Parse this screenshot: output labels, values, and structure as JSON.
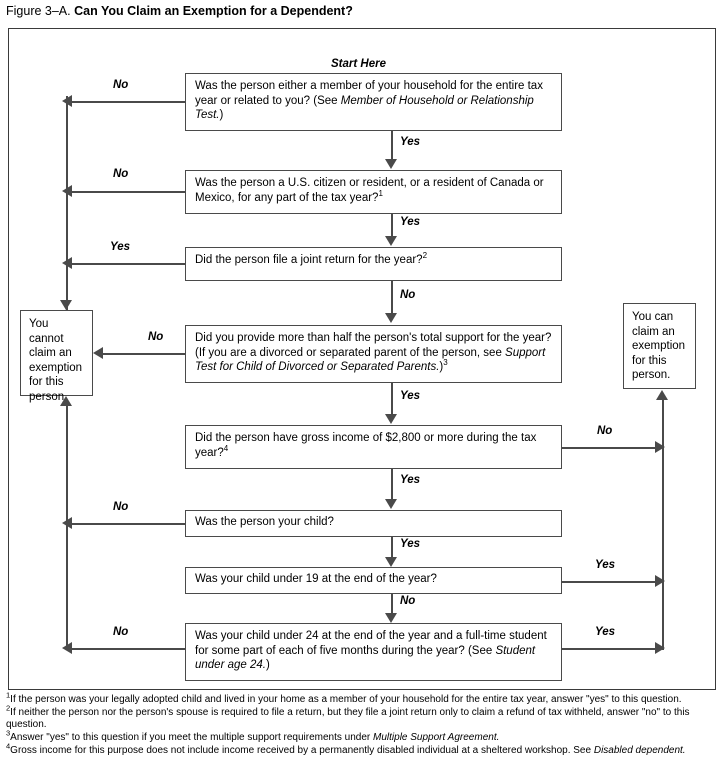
{
  "figure": {
    "number": "Figure 3–A.",
    "title": "Can You Claim an Exemption for a Dependent?"
  },
  "start_label": "Start Here",
  "questions": [
    {
      "id": "q1-member-household",
      "text_html": "Was the person either a member of your household for the entire tax year or related to you? (See <i>Member of Household or Relationship Test.</i>)",
      "text": "Was the person either a member of your household for the entire tax year or related to you? (See Member of Household or Relationship Test.)",
      "down_label": "Yes",
      "side_label": "No",
      "side_direction": "left"
    },
    {
      "id": "q2-citizen-resident",
      "text_html": "Was the person a U.S. citizen or resident, or a resident of Canada or Mexico, for any part of the tax year?<sup>1</sup>",
      "text": "Was the person a U.S. citizen or resident, or a resident of Canada or Mexico, for any part of the tax year?1",
      "down_label": "Yes",
      "side_label": "No",
      "side_direction": "left"
    },
    {
      "id": "q3-joint-return",
      "text_html": "Did the person file a joint return for the year?<sup>2</sup>",
      "text": "Did the person file a joint return for the year?2",
      "down_label": "No",
      "side_label": "Yes",
      "side_direction": "left"
    },
    {
      "id": "q4-half-support",
      "text_html": "Did you provide more than half the person's total support for the year? (If you are a divorced or separated parent of the person, see <i>Support Test for Child of Divorced or Separated Parents.</i>)<sup>3</sup>",
      "text": "Did you provide more than half the person's total support for the year? (If you are a divorced or separated parent of the person, see Support Test for Child of Divorced or Separated Parents.)3",
      "down_label": "Yes",
      "side_label": "No",
      "side_direction": "left"
    },
    {
      "id": "q5-gross-income",
      "text_html": "Did the person have gross income of $2,800 or more during the tax year?<sup>4</sup>",
      "text": "Did the person have gross income of $2,800 or more during the tax year?4",
      "down_label": "Yes",
      "side_label": "No",
      "side_direction": "right"
    },
    {
      "id": "q6-your-child",
      "text_html": "Was the person your child?",
      "text": "Was the person your child?",
      "down_label": "Yes",
      "side_label": "No",
      "side_direction": "left"
    },
    {
      "id": "q7-under-19",
      "text_html": "Was your child under 19 at the end of the year?",
      "text": "Was your child under 19 at the end of the year?",
      "down_label": "No",
      "side_label": "Yes",
      "side_direction": "right"
    },
    {
      "id": "q8-under-24-student",
      "text_html": "Was your child under 24 at the end of the year and a full-time student for some part of each of five months during the year? (See <i>Student under age 24.</i>)",
      "text": "Was your child under 24 at the end of the year and a full-time student for some part of each of five months during the year? (See Student under age 24.)",
      "down_label": "",
      "side_label_left": "No",
      "side_label_right": "Yes"
    }
  ],
  "outcomes": {
    "cannot_claim": "You cannot claim an exemption for this person.",
    "can_claim": "You can claim an exemption for this person."
  },
  "edge_labels": {
    "e1_no": "No",
    "e1_yes": "Yes",
    "e2_no": "No",
    "e2_yes": "Yes",
    "e3_yes": "Yes",
    "e3_no": "No",
    "e4_no": "No",
    "e4_yes": "Yes",
    "e5_no": "No",
    "e5_yes": "Yes",
    "e6_no": "No",
    "e6_yes": "Yes",
    "e7_yes": "Yes",
    "e7_no": "No",
    "e8_no": "No",
    "e8_yes": "Yes"
  },
  "footnotes": [
    {
      "marker": "1",
      "text_html": "If the person was your legally adopted child and lived in your home as a member of your household for the entire tax year, answer \"yes\" to this question.",
      "text": "If the person was your legally adopted child and lived in your home as a member of your household for the entire tax year, answer \"yes\" to this question."
    },
    {
      "marker": "2",
      "text_html": "If neither the person nor the person's spouse is required to file a return, but they file a joint return only to claim a refund of tax withheld, answer \"no\" to this question.",
      "text": "If neither the person nor the person's spouse is required to file a return, but they file a joint return only to claim a refund of tax withheld, answer \"no\" to this question."
    },
    {
      "marker": "3",
      "text_html": "Answer \"yes\" to this question if you meet the multiple support requirements under <i>Multiple Support Agreement.</i>",
      "text": "Answer \"yes\" to this question if you meet the multiple support requirements under Multiple Support Agreement."
    },
    {
      "marker": "4",
      "text_html": "Gross income for this purpose does not include income received by a permanently disabled individual at a sheltered workshop. See <i>Disabled dependent.</i>",
      "text": "Gross income for this purpose does not include income received by a permanently disabled individual at a sheltered workshop. See Disabled dependent."
    }
  ],
  "colors": {
    "line": "#4a4a4a",
    "border": "#4a4a4a",
    "text": "#000000",
    "background": "#ffffff"
  }
}
